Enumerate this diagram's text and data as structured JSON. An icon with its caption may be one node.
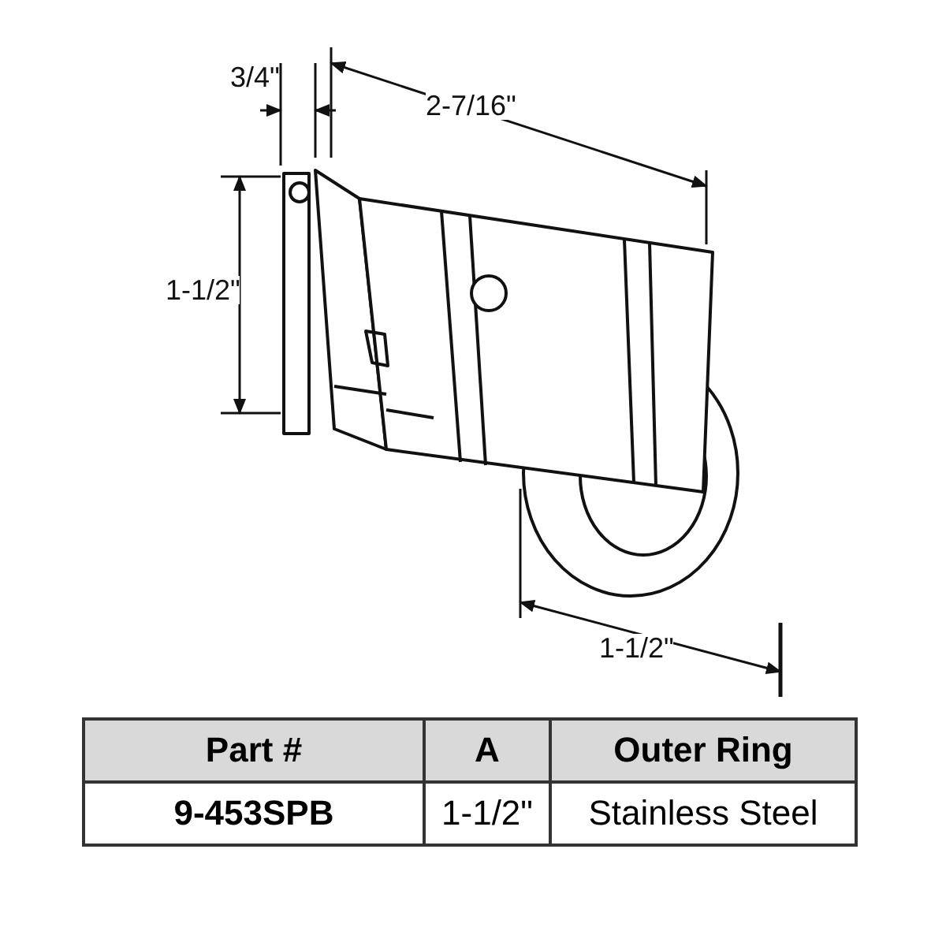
{
  "diagram": {
    "labels": [
      "3/4\"",
      "2-7/16\"",
      "1-1/2\"",
      "1-1/2\"",
      "Part #",
      "A",
      "Outer Ring",
      "9-453SPB",
      "1-1/2\"",
      "Stainless Steel"
    ]
  }
}
